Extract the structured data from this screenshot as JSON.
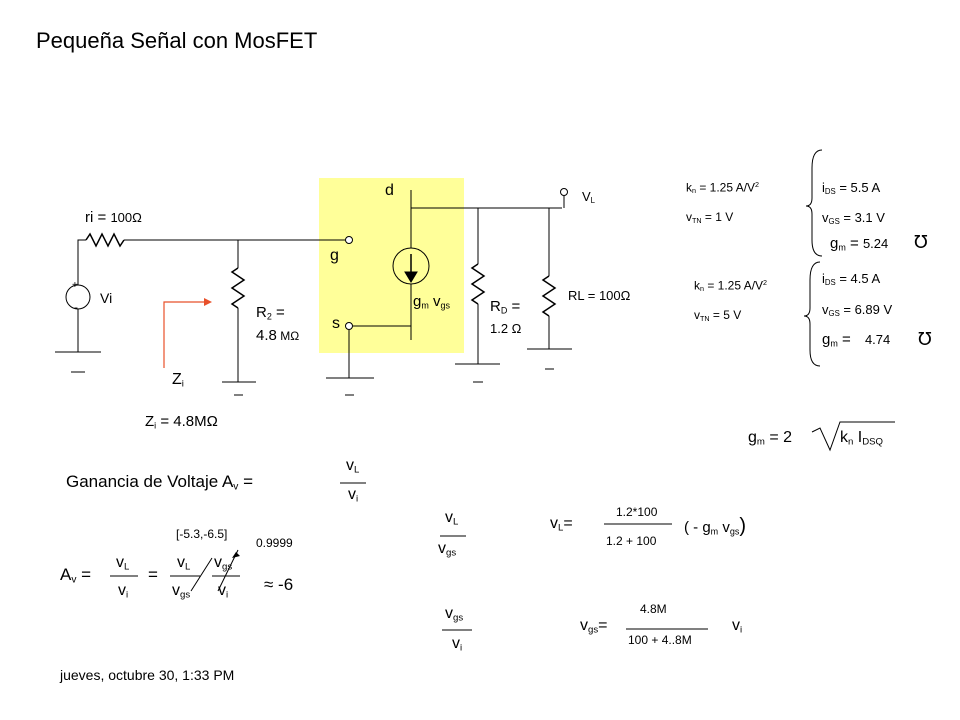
{
  "slide": {
    "title": "Pequeña Señal con MosFET",
    "date_footer": "jueves, octubre 30, 1:33 PM"
  },
  "circuit": {
    "ri_label": "ri = ",
    "ri_value": "100Ω",
    "source_plus": "+",
    "source_minus": "-",
    "source_label": "Vi",
    "r2_label": "R",
    "r2_sub": "2",
    "r2_eq": " =",
    "r2_value": "4.8",
    "r2_unit": " MΩ",
    "node_d": "d",
    "node_g": "g",
    "node_s": "s",
    "gm_label": "g",
    "gm_sub": "m",
    "vgs_label": " v",
    "vgs_sub": "gs",
    "rd_label": "R",
    "rd_sub": "D",
    "rd_eq": " =",
    "rd_value": "1.2 Ω",
    "rl_label": "RL = 100Ω",
    "vl_label": "V",
    "vl_sub": "L",
    "zi_label": "Z",
    "zi_sub": "i"
  },
  "impedance": {
    "label": "Z",
    "sub": "i",
    "value": " = 4.8MΩ"
  },
  "case1": {
    "kn": "k",
    "kn_sub": "n",
    "kn_val": " = 1.25 A/V",
    "kn_sup": "2",
    "vtn": "v",
    "vtn_sub": "TN",
    "vtn_val": " = 1 V",
    "ids": "i",
    "ids_sub": "DS",
    "ids_val": " = 5.5 A",
    "vgs": "v",
    "vgs_sub": "GS",
    "vgs_val": " = 3.1 V",
    "gm": "g",
    "gm_sub": "m",
    "gm_eq": " = ",
    "gm_val": "5.24",
    "mho": "℧"
  },
  "case2": {
    "kn": "k",
    "kn_sub": "n",
    "kn_val": " = 1.25 A/V",
    "kn_sup": "2",
    "vtn": "v",
    "vtn_sub": "TN",
    "vtn_val": " = 5 V",
    "ids": "i",
    "ids_sub": "DS",
    "ids_val": " = 4.5 A",
    "vgs": "v",
    "vgs_sub": "GS",
    "vgs_val": " = 6.89 V",
    "gm": "g",
    "gm_sub": "m",
    "gm_eq": " = ",
    "gm_val": "4.74",
    "mho": "℧"
  },
  "gm_formula": {
    "lhs": "g",
    "lhs_sub": "m",
    "eq": " = 2",
    "k": "k",
    "k_sub": "n",
    "i": " I",
    "i_sub": "DSQ"
  },
  "gain": {
    "label": "Ganancia de Voltaje  A",
    "label_sub": "v",
    "eq": " =",
    "num": "v",
    "num_sub": "L",
    "den": "v",
    "den_sub": "i"
  },
  "gain_expr": {
    "lhs": "A",
    "lhs_sub": "v",
    "lhs_eq": " =",
    "f1_num": "v",
    "f1_num_sub": "L",
    "f1_den": "v",
    "f1_den_sub": "i",
    "eq2": "=",
    "f2_num": "v",
    "f2_num_sub": "L",
    "f2_den": "v",
    "f2_den_sub": "gs",
    "f3_num": "v",
    "f3_num_sub": "gs",
    "f3_den": "v",
    "f3_den_sub": "i",
    "note1": "[-5.3,-6.5]",
    "note2": "0.9999",
    "result": "≈ -6"
  },
  "vl_ratio": {
    "num": "v",
    "num_sub": "L",
    "den": "v",
    "den_sub": "gs"
  },
  "vl_formula": {
    "lhs": "v",
    "lhs_sub": "L",
    "eq": "=",
    "num": "1.2*100",
    "den": "1.2 + 100",
    "tail_open": "( - g",
    "tail_sub": "m",
    "tail_v": " v",
    "tail_vsub": "gs",
    "tail_close": ")"
  },
  "vgs_ratio": {
    "num": "v",
    "num_sub": "gs",
    "den": "v",
    "den_sub": "i"
  },
  "vgs_formula": {
    "lhs": "v",
    "lhs_sub": "gs",
    "eq": "=",
    "num": "4.8M",
    "den": "100 + 4..8M",
    "tail": "v",
    "tail_sub": "i"
  }
}
